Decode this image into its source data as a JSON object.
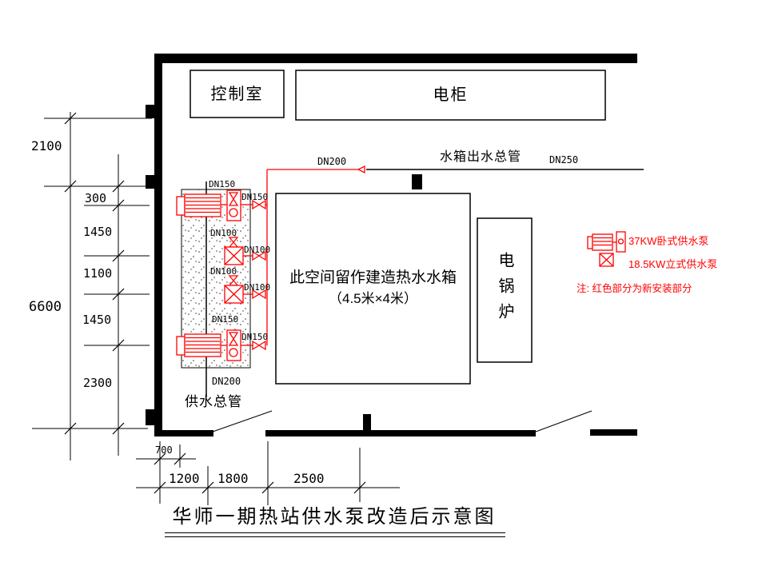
{
  "title": "华师一期热站供水泵改造后示意图",
  "rooms": {
    "control_room": "控制室",
    "electrical_cabinet": "电柜",
    "electric_boiler": "电锅炉",
    "tank_note_line1": "此空间留作建造热水水箱",
    "tank_note_line2": "（4.5米×4米）"
  },
  "pipes": {
    "tank_outlet_main": "水箱出水总管",
    "outlet_dn200": "DN200",
    "outlet_dn250": "DN250",
    "supply_main": "供水总管",
    "supply_dn200": "DN200"
  },
  "pumps": [
    {
      "type": "horizontal",
      "inlet": "DN150",
      "outlet": "DN150"
    },
    {
      "type": "vertical",
      "inlet": "DN100",
      "outlet": "DN100"
    },
    {
      "type": "vertical",
      "inlet": "DN100",
      "outlet": "DN100"
    },
    {
      "type": "horizontal",
      "inlet": "DN150",
      "outlet": "DN150"
    }
  ],
  "dimensions": {
    "left_outer_top": "2100",
    "left_outer_total": "6600",
    "left_inner": [
      "300",
      "1450",
      "1100",
      "1450",
      "2300"
    ],
    "bottom_small": "700",
    "bottom": [
      "1200",
      "1800",
      "2500"
    ]
  },
  "legend": {
    "horizontal_pump_label": "37KW卧式供水泵",
    "vertical_pump_label": "18.5KW立式供水泵",
    "note": "注: 红色部分为新安装部分"
  },
  "colors": {
    "new_install": "#ff0000",
    "existing": "#000000"
  }
}
